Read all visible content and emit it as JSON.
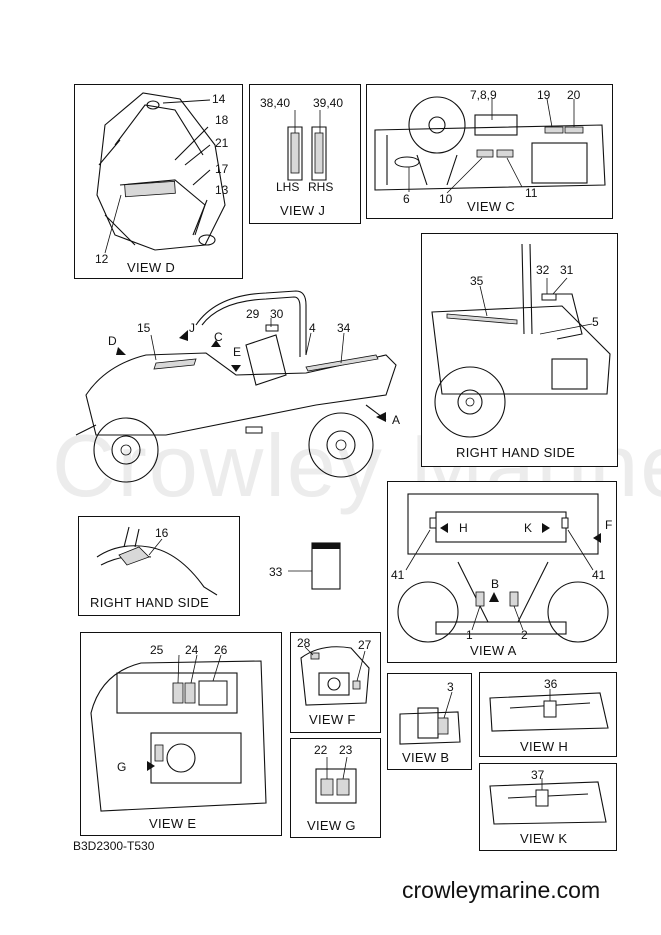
{
  "watermark": "Crowley Marine",
  "footer": {
    "code": "B3D2300-T530",
    "site": "crowleymarine.com"
  },
  "panels": {
    "view_d": {
      "caption": "VIEW D",
      "callouts": [
        "14",
        "18",
        "21",
        "17",
        "13",
        "12"
      ]
    },
    "view_j": {
      "caption": "VIEW J",
      "callouts": [
        "38,40",
        "39,40"
      ],
      "sides": [
        "LHS",
        "RHS"
      ]
    },
    "view_c": {
      "caption": "VIEW C",
      "callouts": [
        "7,8,9",
        "19",
        "20",
        "6",
        "10",
        "11"
      ]
    },
    "right_side_upper": {
      "caption": "RIGHT HAND SIDE",
      "callouts": [
        "35",
        "32",
        "31",
        "5"
      ]
    },
    "main": {
      "callouts": [
        "15",
        "J",
        "C",
        "D",
        "E",
        "29",
        "30",
        "4",
        "34",
        "A"
      ]
    },
    "right_side_lower": {
      "caption": "RIGHT HAND SIDE",
      "callouts": [
        "16"
      ]
    },
    "part_33": {
      "callouts": [
        "33"
      ]
    },
    "view_a": {
      "caption": "VIEW A",
      "callouts": [
        "H",
        "K",
        "F",
        "41",
        "41",
        "B",
        "1",
        "2"
      ]
    },
    "view_e": {
      "caption": "VIEW E",
      "callouts": [
        "25",
        "24",
        "26",
        "G"
      ]
    },
    "view_f": {
      "caption": "VIEW F",
      "callouts": [
        "28",
        "27"
      ]
    },
    "view_b": {
      "caption": "VIEW B",
      "callouts": [
        "3"
      ]
    },
    "view_h": {
      "caption": "VIEW H",
      "callouts": [
        "36"
      ]
    },
    "view_g": {
      "caption": "VIEW G",
      "callouts": [
        "22",
        "23"
      ]
    },
    "view_k": {
      "caption": "VIEW K",
      "callouts": [
        "37"
      ]
    }
  }
}
